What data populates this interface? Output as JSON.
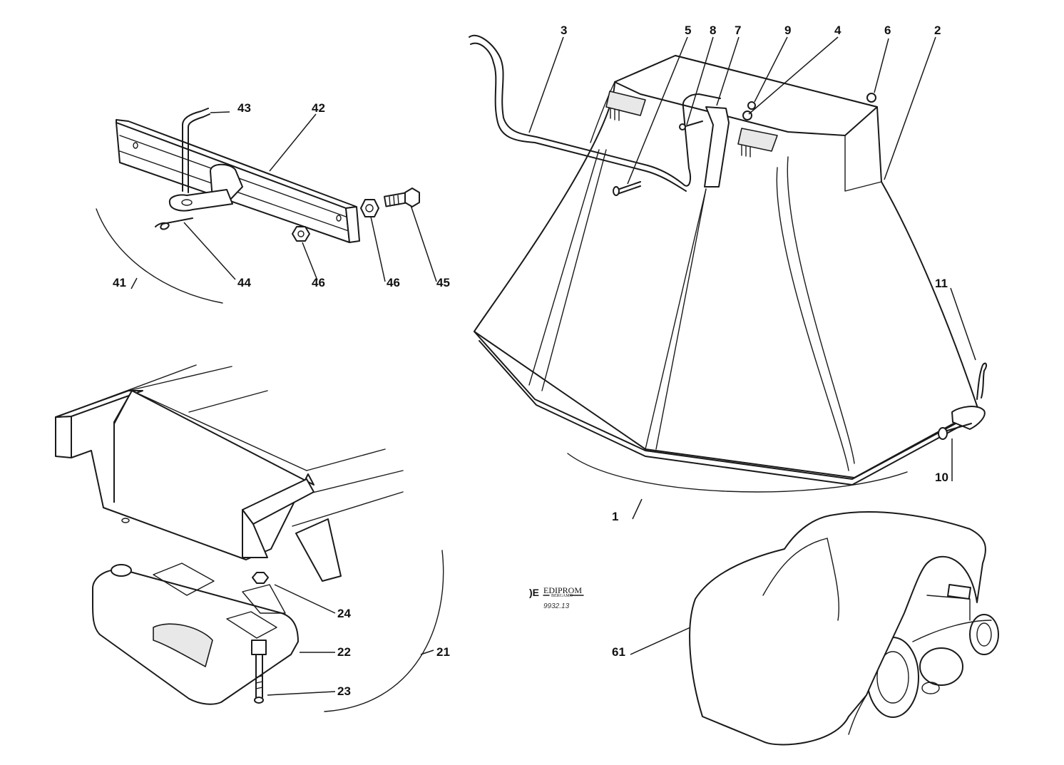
{
  "callouts": {
    "c1": "1",
    "c2": "2",
    "c3": "3",
    "c4": "4",
    "c5": "5",
    "c6": "6",
    "c7": "7",
    "c8": "8",
    "c9": "9",
    "c10": "10",
    "c11": "11",
    "c21": "21",
    "c22": "22",
    "c23": "23",
    "c24": "24",
    "c41": "41",
    "c42": "42",
    "c43": "43",
    "c44": "44",
    "c45": "45",
    "c46a": "46",
    "c46b": "46",
    "c61": "61"
  },
  "logo": {
    "brand": "EDIPROM",
    "city": "BERGAMO",
    "drawing_code": "9932.13"
  }
}
